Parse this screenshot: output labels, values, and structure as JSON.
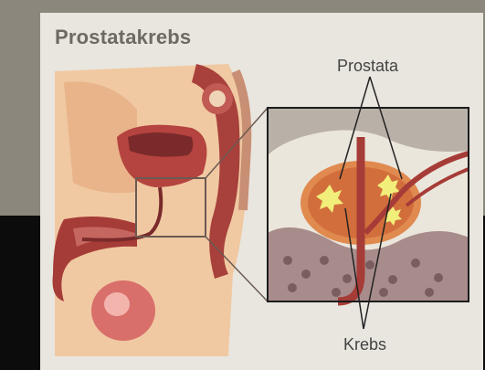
{
  "figure": {
    "title": "Prostatakrebs",
    "labels": {
      "prostata": "Prostata",
      "krebs": "Krebs"
    }
  },
  "colors": {
    "card_background": "#e9e6df",
    "title_text": "#6e6a63",
    "tissue_light": "#f0c9a2",
    "tissue_dark": "#b5433f",
    "tumor": "#f2ee7a"
  }
}
